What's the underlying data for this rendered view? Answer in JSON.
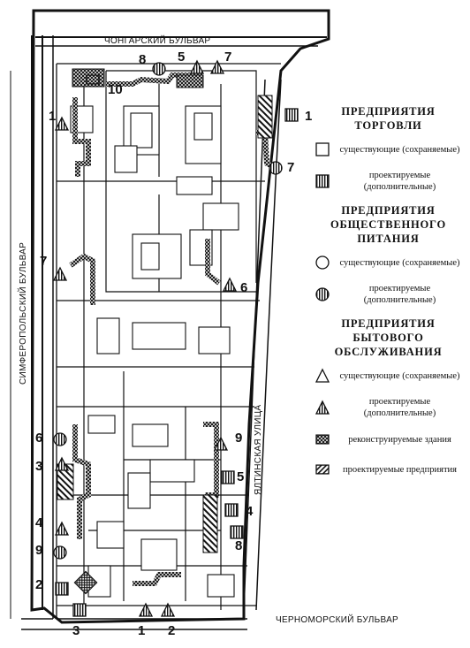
{
  "streets": {
    "north": "ЧОНГАРСКИЙ БУЛЬВАР",
    "south": "ЧЕРНОМОРСКИЙ БУЛЬВАР",
    "west": "СИМФЕРОПОЛЬСКИЙ БУЛЬВАР",
    "east": "ЯЛТИНСКАЯ УЛИЦА"
  },
  "markers": [
    {
      "label": "8",
      "symbol": "circle-hatched"
    },
    {
      "label": "5",
      "symbol": "triangle-hatched"
    },
    {
      "label": "7",
      "symbol": "triangle-hatched"
    },
    {
      "label": "10",
      "symbol": "reconstructed"
    },
    {
      "label": "1",
      "symbol": "square-hatched"
    },
    {
      "label": "1",
      "symbol": "triangle-hatched"
    },
    {
      "label": "7",
      "symbol": "circle-hatched"
    },
    {
      "label": "7",
      "symbol": "triangle-hatched"
    },
    {
      "label": "6",
      "symbol": "triangle-hatched"
    },
    {
      "label": "6",
      "symbol": "circle-hatched"
    },
    {
      "label": "3",
      "symbol": "triangle-hatched"
    },
    {
      "label": "9",
      "symbol": "triangle-hatched"
    },
    {
      "label": "5",
      "symbol": "square-hatched"
    },
    {
      "label": "4",
      "symbol": "square-hatched"
    },
    {
      "label": "8",
      "symbol": "square-hatched"
    },
    {
      "label": "4",
      "symbol": "triangle-hatched"
    },
    {
      "label": "9",
      "symbol": "circle-hatched"
    },
    {
      "label": "2",
      "symbol": "square-hatched"
    },
    {
      "label": "3",
      "symbol": "square-hatched"
    },
    {
      "label": "1",
      "symbol": "triangle-hatched"
    },
    {
      "label": "2",
      "symbol": "triangle-hatched"
    }
  ],
  "legend": {
    "sections": [
      {
        "title_lines": [
          "ПРЕДПРИЯТИЯ",
          "ТОРГОВЛИ"
        ],
        "items": [
          {
            "symbol": "square-open",
            "text": "существующие (сохраняемые)"
          },
          {
            "symbol": "square-hatched",
            "text": "проектируемые (дополнительные)"
          }
        ]
      },
      {
        "title_lines": [
          "ПРЕДПРИЯТИЯ",
          "ОБЩЕСТВЕННОГО",
          "ПИТАНИЯ"
        ],
        "items": [
          {
            "symbol": "circle-open",
            "text": "существующие (сохраняемые)"
          },
          {
            "symbol": "circle-hatched",
            "text": "проектируемые (дополнительные)"
          }
        ]
      },
      {
        "title_lines": [
          "ПРЕДПРИЯТИЯ",
          "БЫТОВОГО",
          "ОБСЛУЖИВАНИЯ"
        ],
        "items": [
          {
            "symbol": "triangle-open",
            "text": "существующие (сохраняемые)"
          },
          {
            "symbol": "triangle-hatched",
            "text": "проектируемые (дополнительные)"
          },
          {
            "symbol": "reconstructed",
            "text": "реконструируемые здания"
          },
          {
            "symbol": "planned",
            "text": "проектируемые предприятия"
          }
        ]
      }
    ]
  }
}
